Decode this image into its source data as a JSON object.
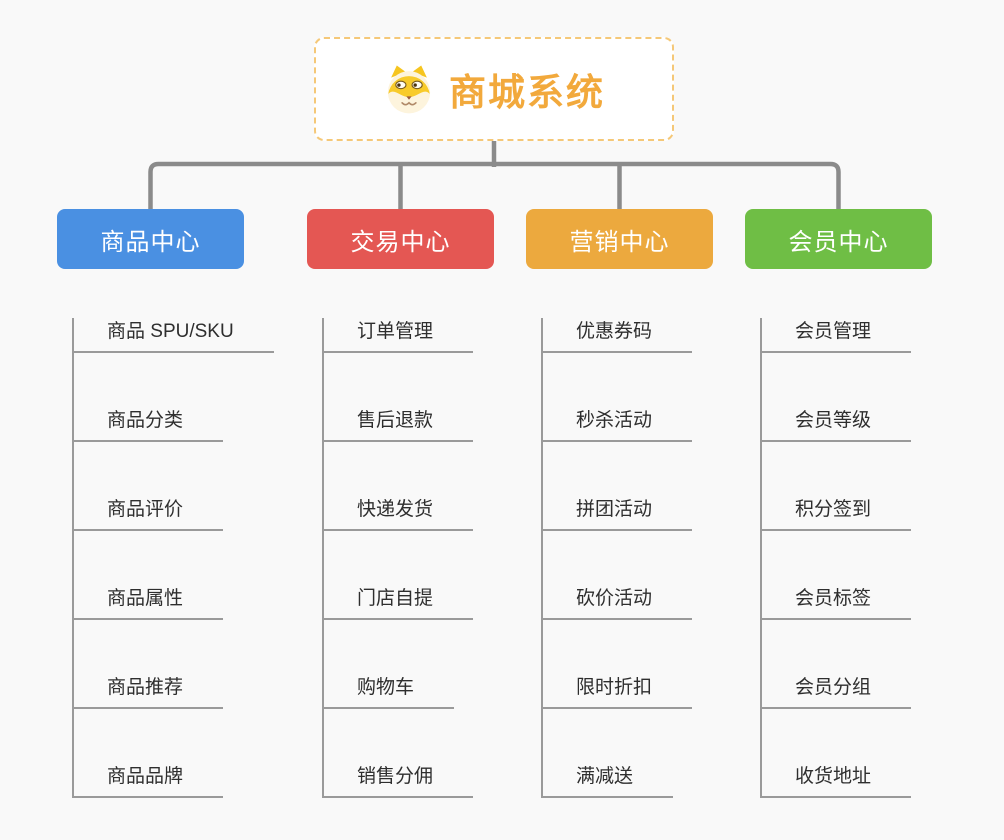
{
  "root": {
    "title": "商城系统",
    "icon": "dog-face-icon"
  },
  "branches": [
    {
      "id": "product-center",
      "label": "商品中心",
      "color": "#4a90e2",
      "children": [
        "商品 SPU/SKU",
        "商品分类",
        "商品评价",
        "商品属性",
        "商品推荐",
        "商品品牌"
      ]
    },
    {
      "id": "trade-center",
      "label": "交易中心",
      "color": "#e45753",
      "children": [
        "订单管理",
        "售后退款",
        "快递发货",
        "门店自提",
        "购物车",
        "销售分佣"
      ]
    },
    {
      "id": "marketing-center",
      "label": "营销中心",
      "color": "#eca93e",
      "children": [
        "优惠券码",
        "秒杀活动",
        "拼团活动",
        "砍价活动",
        "限时折扣",
        "满减送"
      ]
    },
    {
      "id": "member-center",
      "label": "会员中心",
      "color": "#6fbe45",
      "children": [
        "会员管理",
        "会员等级",
        "积分签到",
        "会员标签",
        "会员分组",
        "收货地址"
      ]
    }
  ],
  "colors": {
    "background": "#f9f9f9",
    "root_border": "#f5c878",
    "root_title": "#f2a93c",
    "connector": "#8b8b8b",
    "leaf_line": "#9a9a9a",
    "leaf_text": "#2e2e2e"
  }
}
